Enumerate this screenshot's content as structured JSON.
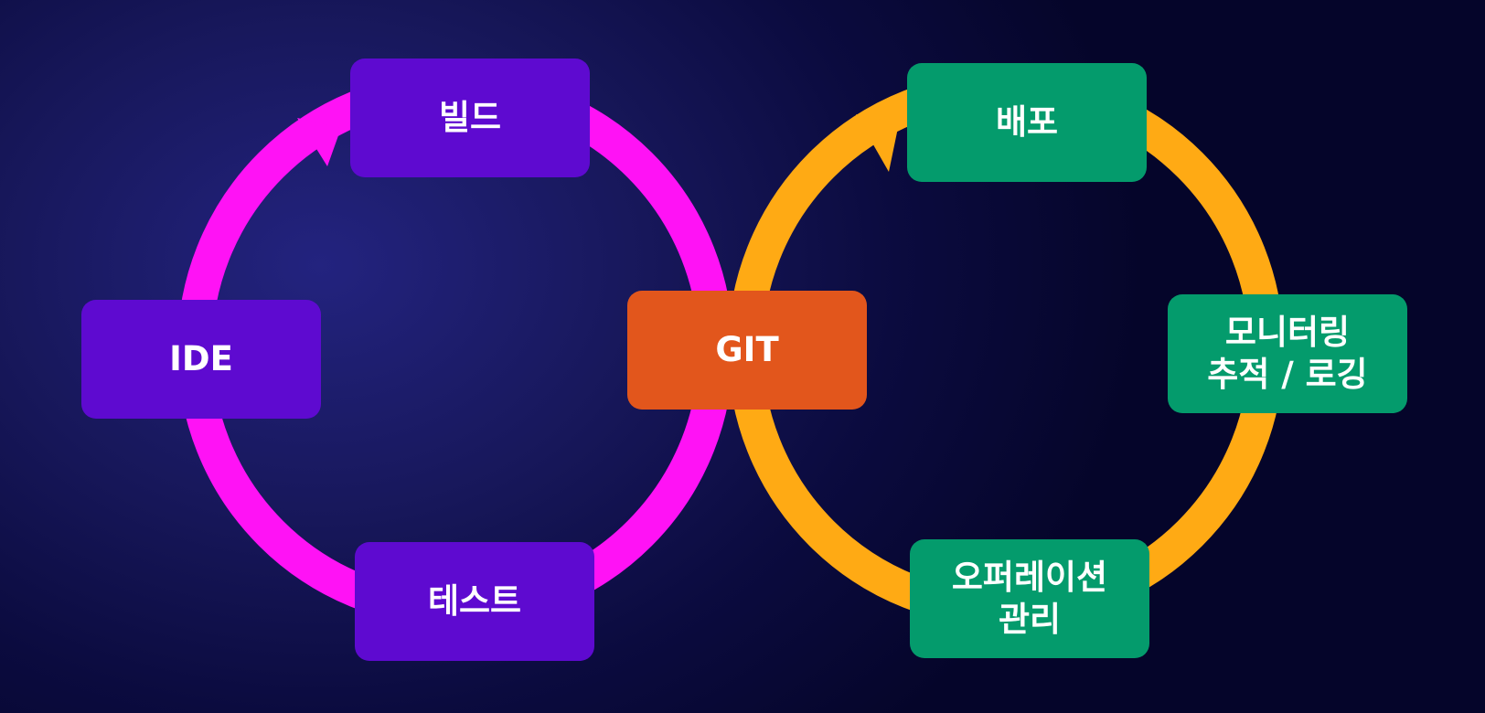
{
  "colors": {
    "purple": "#5e0ad0",
    "green": "#049b6c",
    "orange": "#e2561c",
    "left_ring": "#ff12f5",
    "right_ring": "#ffaa14"
  },
  "nodes": {
    "build": "빌드",
    "ide": "IDE",
    "test": "테스트",
    "git": "GIT",
    "deploy": "배포",
    "monitoring": "모니터링\n추적 / 로깅",
    "operations": "오퍼레이션\n관리"
  }
}
